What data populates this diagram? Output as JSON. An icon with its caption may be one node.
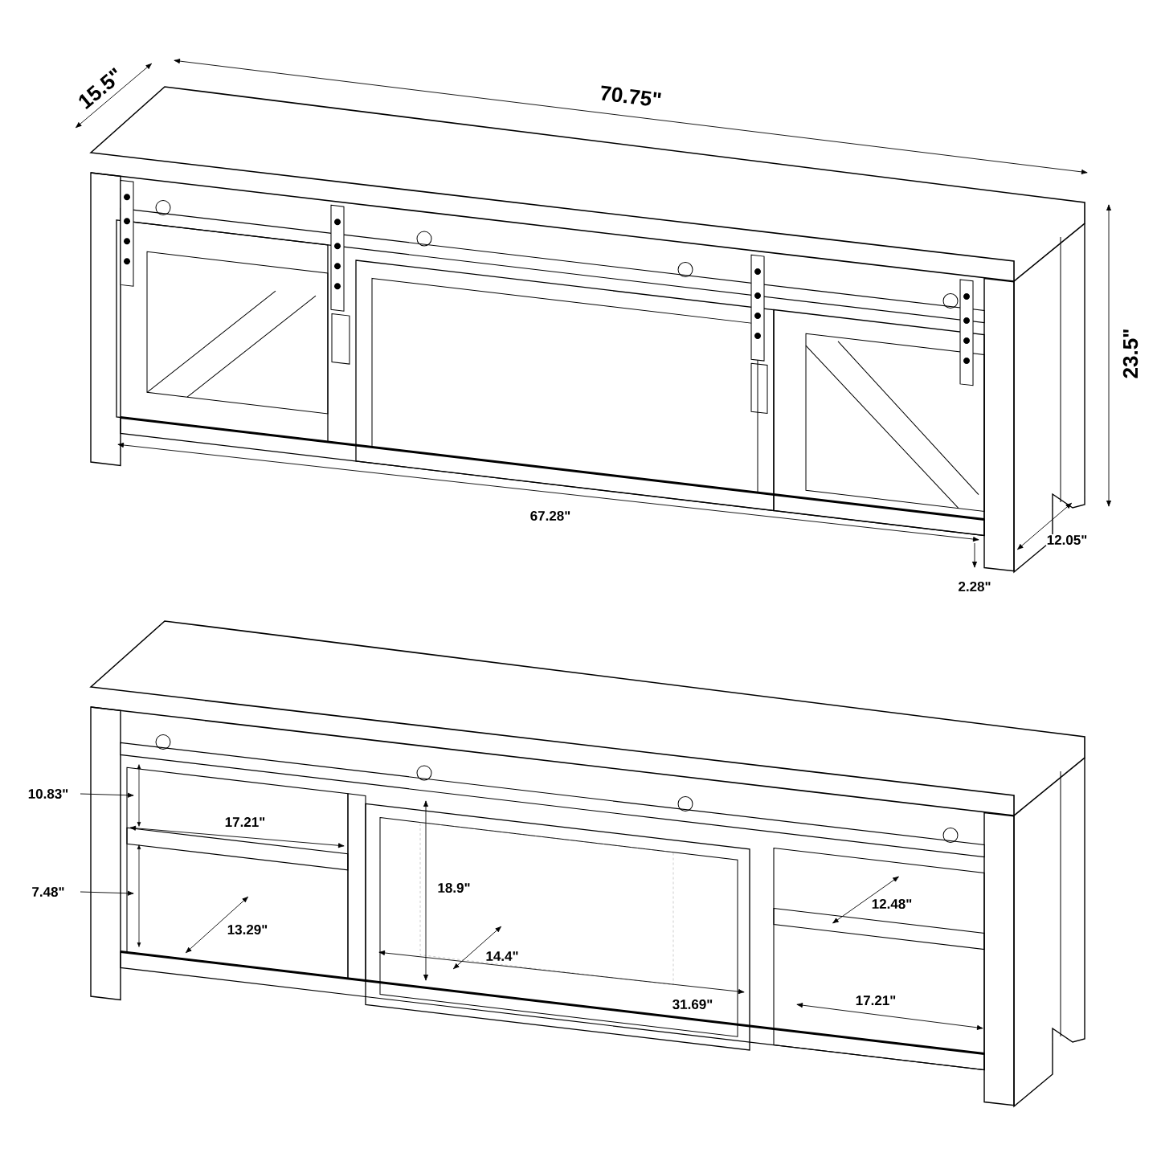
{
  "diagram": {
    "labels": [
      "15.5\"",
      "70.75\"",
      "23.5\"",
      "67.28\"",
      "12.05\"",
      "2.28\"",
      "10.83\"",
      "17.21\"",
      "7.48\"",
      "18.9\"",
      "12.48\"",
      "13.29\"",
      "14.4\"",
      "31.69\"",
      "17.21\""
    ]
  }
}
